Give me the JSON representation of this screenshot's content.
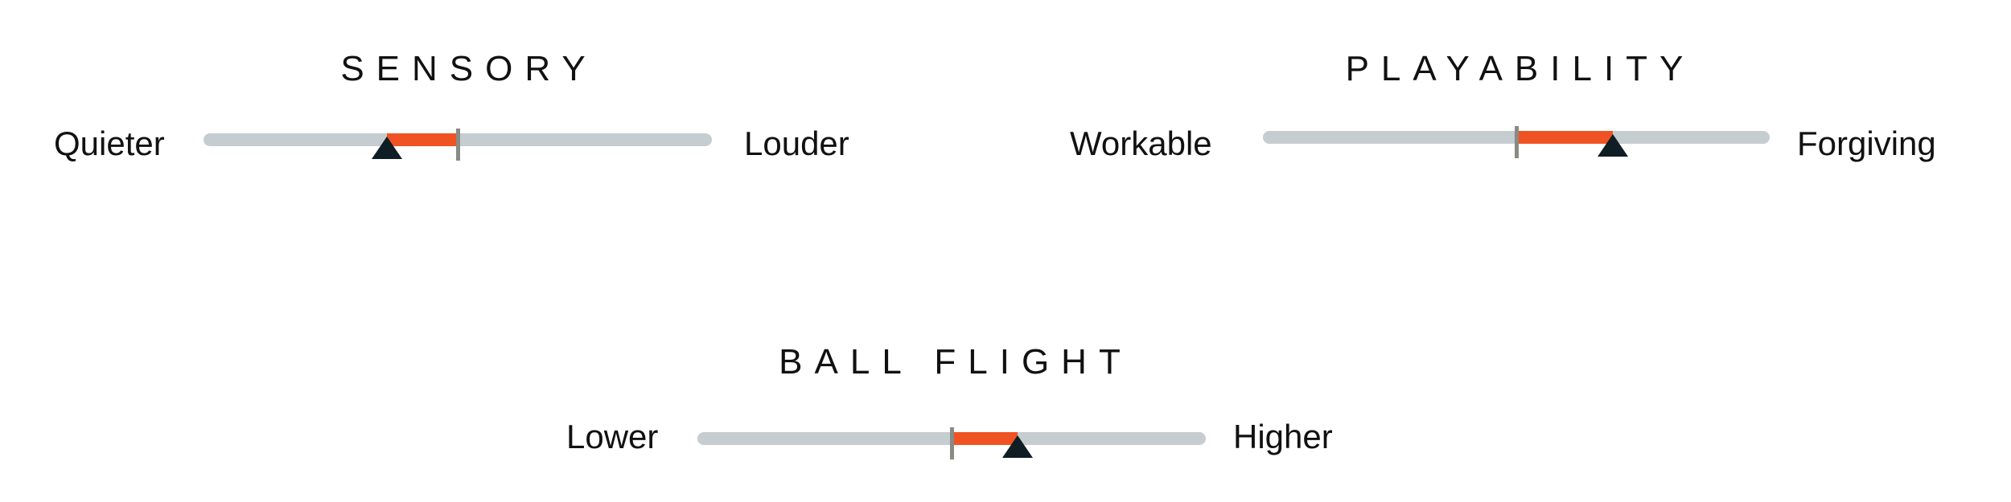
{
  "colors": {
    "track": "#c5cdd1",
    "range": "#f05323",
    "midpoint": "#8a8a84",
    "marker": "#0f1d24"
  },
  "scales": [
    {
      "title": "SENSORY",
      "left_label": "Quieter",
      "right_label": "Louder",
      "midpoint": 0.5,
      "value": 0.36
    },
    {
      "title": "PLAYABILITY",
      "left_label": "Workable",
      "right_label": "Forgiving",
      "midpoint": 0.5,
      "value": 0.69
    },
    {
      "title": "BALL FLIGHT",
      "left_label": "Lower",
      "right_label": "Higher",
      "midpoint": 0.5,
      "value": 0.63
    }
  ]
}
